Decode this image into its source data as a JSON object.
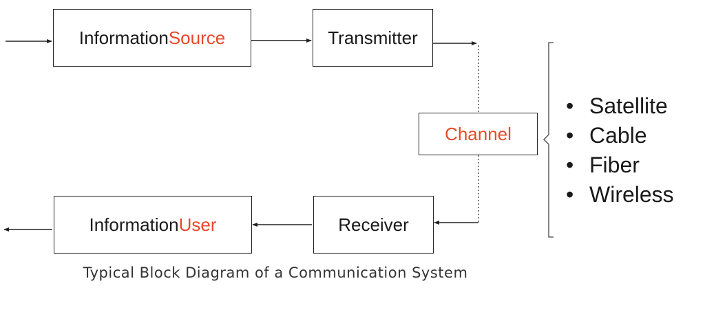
{
  "blocks": {
    "information_source": {
      "text": "Information ",
      "highlight": "Source"
    },
    "transmitter": {
      "text": "Transmitter"
    },
    "channel": {
      "highlight": "Channel"
    },
    "receiver": {
      "text": "Receiver"
    },
    "information_user": {
      "text": "Information ",
      "highlight": "User"
    }
  },
  "channel_types": [
    {
      "bullet": "•",
      "label": "Satellite"
    },
    {
      "bullet": "•",
      "label": "Cable"
    },
    {
      "bullet": "•",
      "label": "Fiber"
    },
    {
      "bullet": "•",
      "label": "Wireless"
    }
  ],
  "caption": "Typical Block Diagram of a Communication System",
  "colors": {
    "highlight": "#e8492a",
    "text": "#1a1a1a",
    "border": "#222222",
    "caption": "#333333"
  }
}
